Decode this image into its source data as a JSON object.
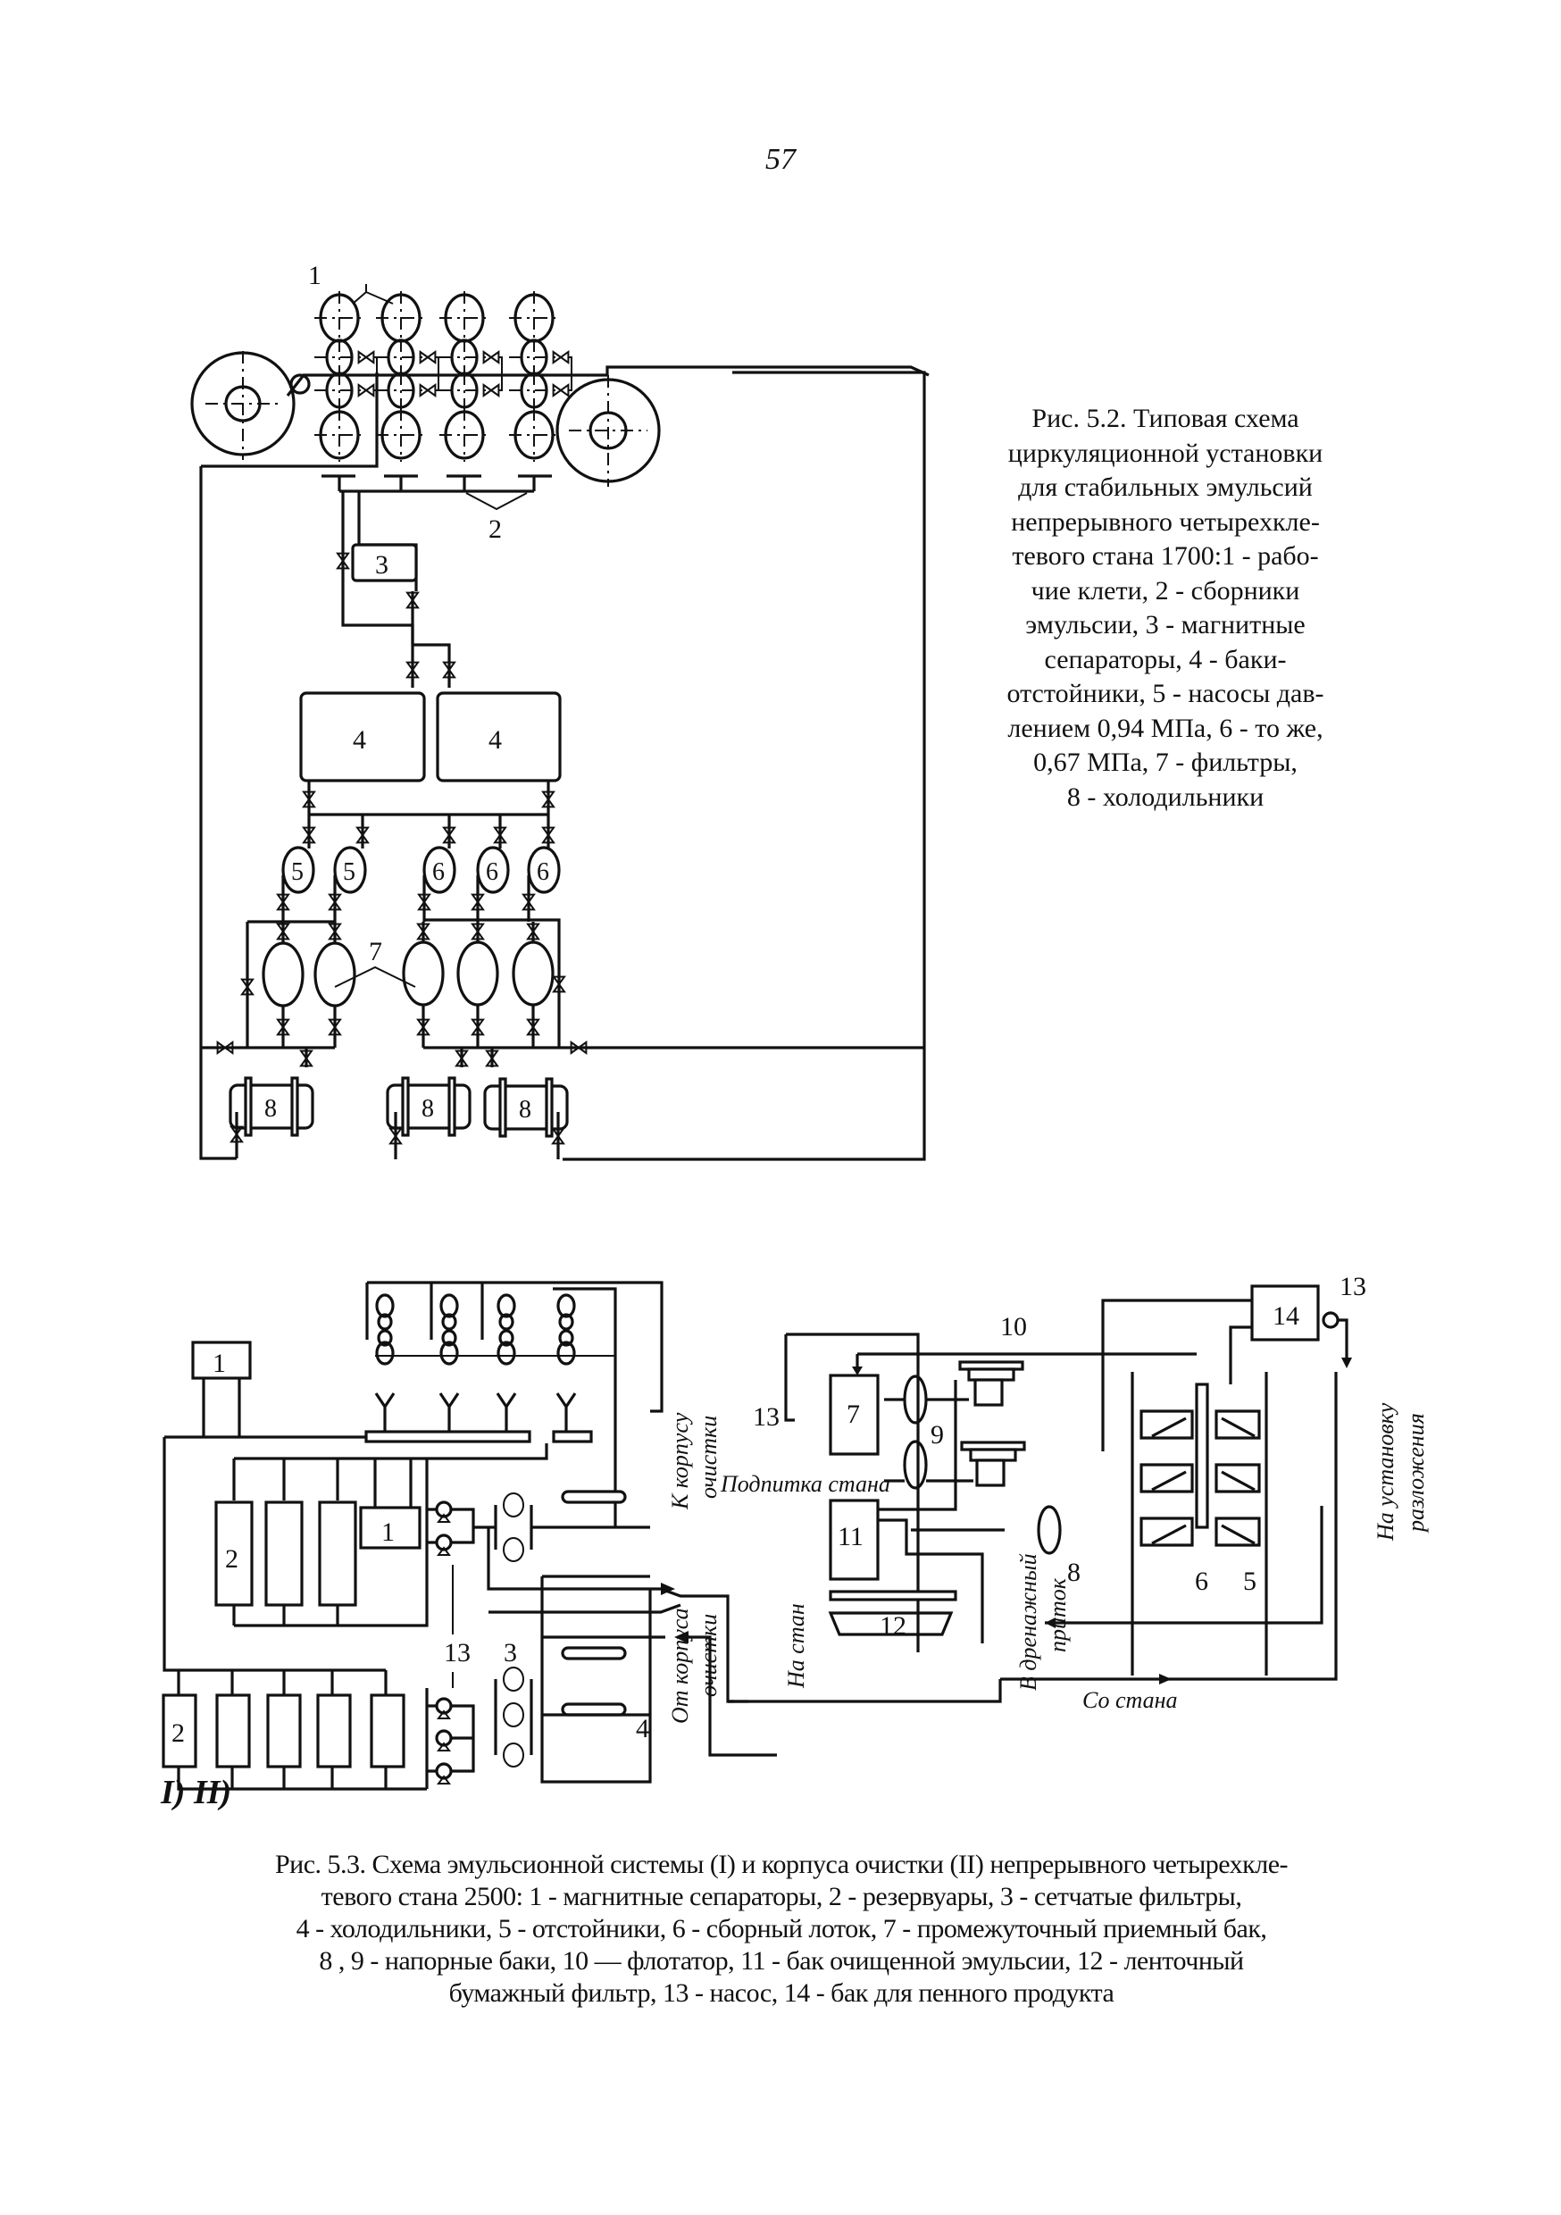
{
  "page": {
    "number": "57"
  },
  "figure_5_2": {
    "caption_lines": [
      "Рис. 5.2. Типовая схема",
      "циркуляционной установки",
      "для стабильных эмульсий",
      "непрерывного четырехкле-",
      "тевого стана 1700:1 - рабо-",
      "чие клети, 2 - сборники",
      "эмульсии, 3 - магнитные",
      "сепараторы, 4 - баки-",
      "отстойники, 5 - насосы дав-",
      "лением 0,94 МПа, 6 - то же,",
      "0,67 МПа, 7 - фильтры,",
      "8  - холодильники"
    ],
    "labels": {
      "stands": "1",
      "collectors": "2",
      "separator": "3",
      "tank": "4",
      "pump_high": "5",
      "pump_low": "6",
      "filters": "7",
      "cooler": "8"
    }
  },
  "figure_5_3": {
    "part_label": "I) II)",
    "caption_lines": [
      "Рис. 5.3. Схема эмульсионной системы (I) и корпуса очистки (II) непрерывного четырехкле-",
      "тевого стана 2500:  1 - магнитные сепараторы, 2 - резервуары, 3 - сетчатые фильтры,",
      "4 - холодильники, 5 - отстойники, 6 -  сборный лоток, 7 -  промежуточный приемный бак,",
      "8 , 9 - напорные баки, 10 — флотатор, 11 - бак очищенной эмульсии, 12 - ленточный",
      "бумажный фильтр,  13 - насос,  14 - бак для пенного продукта"
    ],
    "labels": {
      "l1": "1",
      "l2": "2",
      "l3": "3",
      "l4": "4",
      "l5": "5",
      "l6": "6",
      "l7": "7",
      "l8": "8",
      "l9": "9",
      "l10": "10",
      "l11": "11",
      "l12": "12",
      "l13": "13",
      "l14": "14"
    },
    "flow_labels": {
      "to_cleaning": [
        "К корпусу",
        "очистки"
      ],
      "from_cleaning": [
        "От корпуса",
        "очистки"
      ],
      "mill_makeup": "Подпитка стана",
      "to_mill": "На стан",
      "to_drain": [
        "В дренажный",
        "приток"
      ],
      "from_mill": "Со стана",
      "to_decomposition": [
        "На установку",
        "разложения"
      ]
    }
  }
}
